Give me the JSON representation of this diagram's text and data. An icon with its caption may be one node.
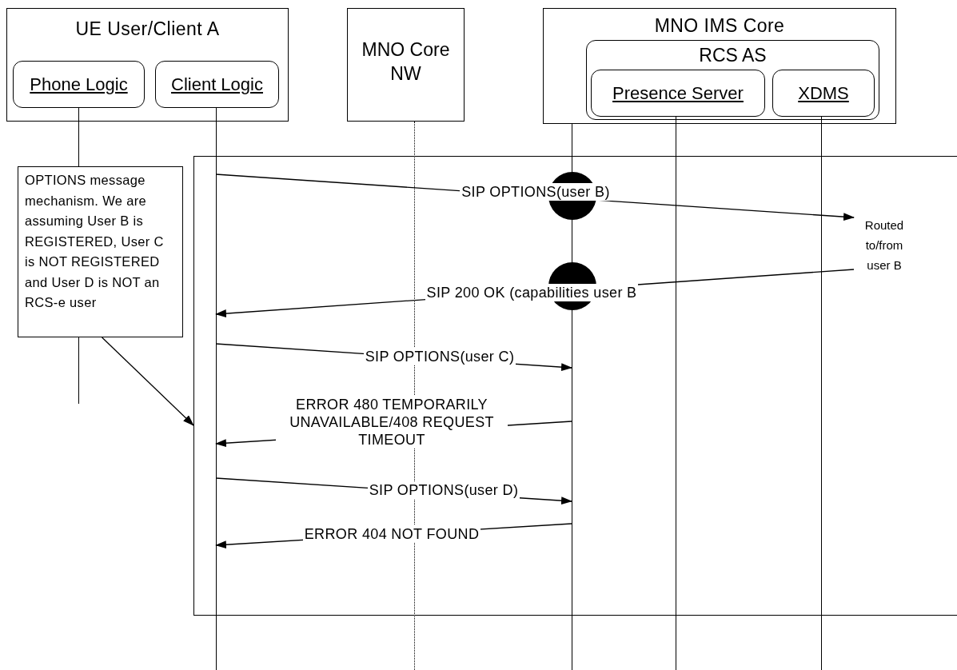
{
  "diagram": {
    "nodes": [
      {
        "text": [
          "UE User/Client A"
        ]
      },
      {
        "text": [
          "Phone Logic"
        ],
        "in": 0
      },
      {
        "text": [
          "Client Logic"
        ],
        "in": 0
      },
      {
        "text": [
          "MNO Core NW"
        ]
      },
      {
        "text": [
          "MNO IMS Core"
        ]
      },
      {
        "text": [
          "RCS AS"
        ],
        "in": 4
      },
      {
        "text": [
          "Presence Server"
        ],
        "in": 5
      },
      {
        "text": [
          "XDMS"
        ],
        "in": 5
      },
      {
        "text": [
          "OPTIONS message mechanism. We are assuming User B is REGISTERED, User C is NOT REGISTERED and User D is NOT an RCS-e user"
        ]
      },
      {
        "text": [],
        "shape": "box"
      },
      {
        "text": [
          "Routed to/from user B"
        ],
        "in": 9
      },
      {
        "text": [],
        "shape": "line"
      },
      {
        "text": [],
        "shape": "line"
      },
      {
        "text": [],
        "shape": "line"
      },
      {
        "text": [],
        "shape": "line"
      },
      {
        "text": [],
        "shape": "line"
      },
      {
        "text": [],
        "shape": "line"
      }
    ],
    "edges": [
      {
        "from": 12,
        "to": 10,
        "arrow": "to",
        "label": "SIP OPTIONS(user B)"
      },
      {
        "from": 10,
        "to": 12,
        "arrow": "to",
        "label": "SIP 200 OK (capabilities user B"
      },
      {
        "from": 12,
        "to": 14,
        "arrow": "to",
        "label": "SIP OPTIONS(user C)"
      },
      {
        "from": 14,
        "to": 12,
        "arrow": "to",
        "label": "ERROR 480 TEMPORARILY UNAVAILABLE/408 REQUEST TIMEOUT"
      },
      {
        "from": 12,
        "to": 14,
        "arrow": "to",
        "label": "SIP OPTIONS(user D)"
      },
      {
        "from": 14,
        "to": 12,
        "arrow": "to",
        "label": "ERROR 404 NOT FOUND"
      },
      {
        "from": 8,
        "to": 9,
        "arrow": "to"
      }
    ]
  }
}
